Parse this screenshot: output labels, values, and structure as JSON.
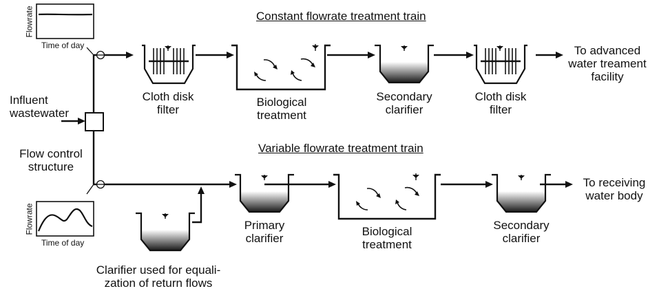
{
  "titles": {
    "constant": "Constant flowrate treatment train",
    "variable": "Variable flowrate treatment train"
  },
  "inputs": {
    "influent_line1": "Influent",
    "influent_line2": "wastewater",
    "flow_control_line1": "Flow control",
    "flow_control_line2": "structure"
  },
  "graphs": {
    "top": {
      "ylabel": "Flowrate",
      "xlabel": "Time of day"
    },
    "bottom": {
      "ylabel": "Flowrate",
      "xlabel": "Time of day"
    }
  },
  "constant_train": {
    "cloth_filter_1": [
      "Cloth disk",
      "filter"
    ],
    "biological": [
      "Biological",
      "treatment"
    ],
    "secondary": [
      "Secondary",
      "clarifier"
    ],
    "cloth_filter_2": [
      "Cloth disk",
      "filter"
    ],
    "outlet": [
      "To advanced",
      "water treament",
      "facility"
    ]
  },
  "variable_train": {
    "primary": [
      "Primary",
      "clarifier"
    ],
    "biological": [
      "Biological",
      "treatment"
    ],
    "secondary": [
      "Secondary",
      "clarifier"
    ],
    "outlet": [
      "To receiving",
      "water body"
    ],
    "equalization": [
      "Clarifier used for equali-",
      "zation of return flows"
    ]
  }
}
